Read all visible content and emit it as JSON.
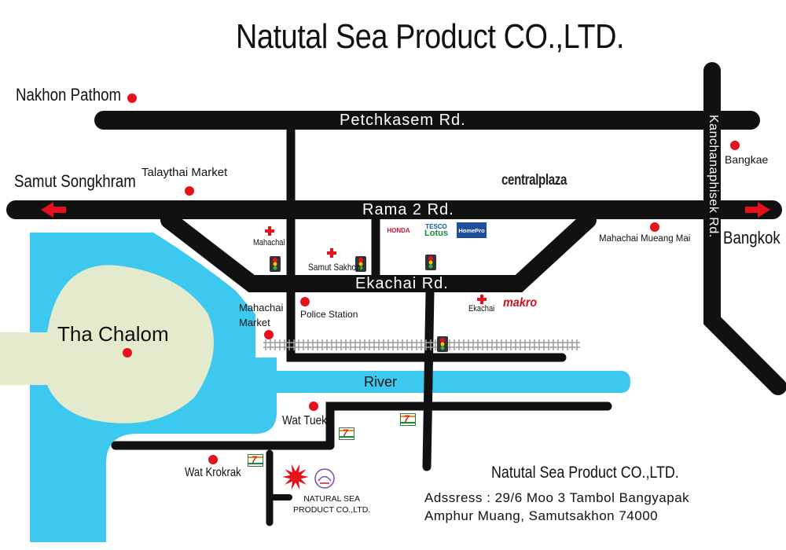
{
  "title": "Natutal Sea Product CO.,LTD.",
  "roads": {
    "petchkasem": "Petchkasem Rd.",
    "rama2": "Rama 2 Rd.",
    "ekachai": "Ekachai Rd.",
    "kanchanaphisek": "Kanchanaphisek Rd."
  },
  "water": {
    "river": "River"
  },
  "areas": {
    "tha_chalom": "Tha Chalom"
  },
  "places": {
    "nakhon_pathom": "Nakhon Pathom",
    "samut_songkhram": "Samut Songkhram",
    "talaythai_market": "Talaythai Market",
    "bangkae": "Bangkae",
    "bangkok": "Bangkok",
    "mahachai_mueang_mai": "Mahachai Mueang Mai",
    "mahachai_hospital": "Mahachai",
    "samut_sakhon_hospital": "Samut Sakhon",
    "ekachai_hospital": "Ekachai",
    "mahachai_market": "Mahachai\nMarket",
    "police_station": "Police Station",
    "wat_tuek": "Wat Tuek",
    "wat_krokrak": "Wat Krokrak",
    "factory_label": "NATURAL SEA\nPRODUCT CO.,LTD."
  },
  "brands": {
    "central": "centralplaza",
    "makro": "makro",
    "honda": "HONDA",
    "tesco": "TESCO",
    "lotus": "Lotus",
    "homepro": "HomePro",
    "seven_eleven": "7"
  },
  "company": {
    "name": "Natutal Sea Product CO.,LTD.",
    "address_line1": "Adssress : 29/6 Moo  3 Tambol Bangyapak",
    "address_line2": "Amphur Muang, Samutsakhon  74000"
  },
  "colors": {
    "road": "#111111",
    "water": "#3dc8f0",
    "land": "#e3ebcc",
    "marker": "#e8101a",
    "arrow": "#e8101a",
    "railway": "#9a9a9a"
  }
}
